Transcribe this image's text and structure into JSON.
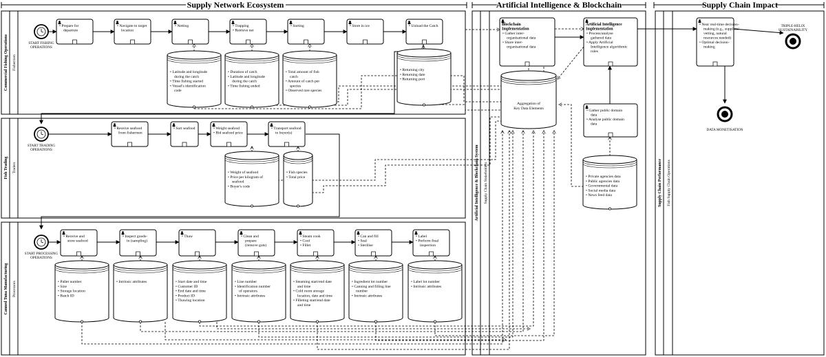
{
  "sections": {
    "supply": "Supply Network Ecosystem",
    "ai": "Artificial Intelligence & Blockchain",
    "impact": "Supply Chain Impact"
  },
  "lanes": {
    "fishing": {
      "title": "Commercial Fishing Operations",
      "sub": "Fishermen"
    },
    "trading": {
      "title": "Fish Trading",
      "sub": "Traders"
    },
    "canning": {
      "title": "Canned Tuna Manufacturing",
      "sub": "Processors"
    },
    "aib": {
      "title": "Artificial Intelligence & Blockchain System",
      "sub": "Supply Chain Stakeholders"
    },
    "scp": {
      "title": "Supply Chain Performance",
      "sub": "Fish Supply Chain Operations"
    }
  },
  "events": {
    "start_fishing": [
      "START FISHING",
      "OPERATIONS"
    ],
    "start_trading": [
      "START TRADING",
      "OPERATIONS"
    ],
    "start_processing": [
      "START PROCESSING",
      "OPERATIONS"
    ],
    "triple_helix": [
      "TRIPLE-HELIX",
      "SUSTAINABILITY"
    ],
    "data_monetisation": [
      "DATA MONETISATION"
    ]
  },
  "fishing_tasks": [
    [
      "Prepare for",
      "departure"
    ],
    [
      "Navigate to target",
      "location"
    ],
    [
      "Netting"
    ],
    [
      "Trapping",
      "Retrieve net"
    ],
    [
      "Sorting"
    ],
    [
      "Store in ice"
    ],
    [
      "Unload the Catch"
    ]
  ],
  "fishing_data": [
    [
      "Latitude and longitude",
      "during the catch",
      "Time fishing started",
      "Vessel's identification",
      "code"
    ],
    [
      "Duration of catch",
      "Latitude and longitude",
      "during the catch",
      "Time fishing ended"
    ],
    [
      "Total amount of fish",
      "catch",
      "Amount of catch per",
      "species",
      "Observed rare species"
    ],
    [
      "Returning city",
      "Returning date",
      "Returning port"
    ]
  ],
  "trading_tasks": [
    [
      "Receive seafood",
      "from fishermen"
    ],
    [
      "Sort seafood"
    ],
    [
      "Weight seafood",
      "Bid seafood price"
    ],
    [
      "Transport seafood",
      "to buyer(s)"
    ]
  ],
  "trading_data": [
    [
      "Weight of seafood",
      "Price per kilogram of",
      "seafood",
      "Buyer's code"
    ],
    [
      "Fish species",
      "Total price"
    ]
  ],
  "canning_tasks": [
    [
      "Receive and",
      "store seafood"
    ],
    [
      "Inspect goods-",
      "in (sampling)"
    ],
    [
      "Thaw"
    ],
    [
      "Clean and",
      "prepare",
      "(remove guts)"
    ],
    [
      "Steam cook",
      "Cool",
      "Fillet"
    ],
    [
      "Can and fill",
      "Seal",
      "Sterilise"
    ],
    [
      "Label",
      "Perform final",
      "inspection"
    ]
  ],
  "canning_data": [
    [
      "Pallet number",
      "Size",
      "Storage location",
      "Batch ID"
    ],
    [
      "Intrinsic attributes"
    ],
    [
      "Start date and time",
      "Customer ID",
      "End date and time",
      "Product ID",
      "Thawing location"
    ],
    [
      "Line number",
      "Identification number",
      "of operators",
      "Intrinsic attributes"
    ],
    [
      "Steaming start/end date",
      "and time",
      "Cold room storage",
      "location, date and time",
      "Filleting start/end date",
      "and time"
    ],
    [
      "Ingredient lot number",
      "Canning and filling line",
      "number",
      "Intrinsic attributes"
    ],
    [
      "Label lot number",
      "Intrinsic attributes"
    ]
  ],
  "blockchain": {
    "title": [
      "Blockchain",
      "Implementation"
    ],
    "items": [
      "Gather inter-",
      "organisational data",
      "Share inter-",
      "organisational data"
    ]
  },
  "ai_impl": {
    "title": [
      "Artificial Intelligence",
      "Implementation"
    ],
    "items": [
      "Process/analyse",
      "gathered data",
      "Apply Artificial",
      "Intelligence algorithmic",
      "rules"
    ]
  },
  "aggregation": [
    "Aggregation of",
    "Key Data Elements"
  ],
  "public_gather": [
    "Gather public domain",
    "data",
    "Analyse public domain",
    "data"
  ],
  "public_sources": [
    "Private agencies data",
    "Public agencies data",
    "Governmental data",
    "Social media data",
    "News feed data"
  ],
  "decision": [
    "Near real-time decision-",
    "making (e.g., suppliers'",
    "vetting, natural",
    "resources needed)",
    "Optimal decision-",
    "making"
  ]
}
